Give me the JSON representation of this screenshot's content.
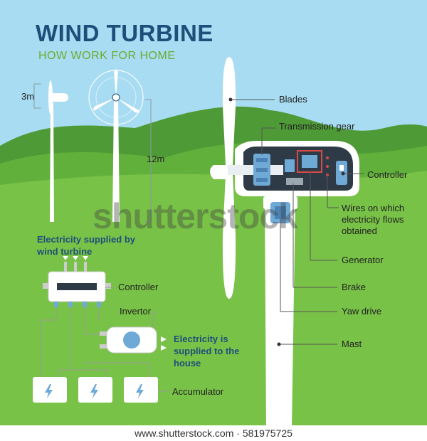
{
  "title": "WIND TURBINE",
  "subtitle": "HOW WORK FOR HOME",
  "dimensions": {
    "small": "3m",
    "large": "12m"
  },
  "labels": {
    "blades": "Blades",
    "transmission_gear": "Transmission gear",
    "controller_right": "Controller",
    "wires": "Wires on which electricity flows obtained",
    "generator": "Generator",
    "brake": "Brake",
    "yaw_drive": "Yaw drive",
    "mast": "Mast",
    "supplied_by_turbine": "Electricity supplied by wind turbine",
    "controller_left": "Controller",
    "invertor": "Invertor",
    "supplied_to_house": "Electricity is supplied to the house",
    "accumulator": "Accumulator"
  },
  "watermark": "shutterstock",
  "footer": "www.shutterstock.com · 581975725",
  "colors": {
    "sky": "#a8dcf2",
    "hill_back": "#4e9a36",
    "hill_mid": "#62b03c",
    "grass": "#79c248",
    "title": "#1e4f7a",
    "subtitle": "#6bab2f",
    "nacelle_dark": "#2e3b47",
    "part_blue": "#6fa9d6",
    "part_red": "#d94a4a"
  }
}
